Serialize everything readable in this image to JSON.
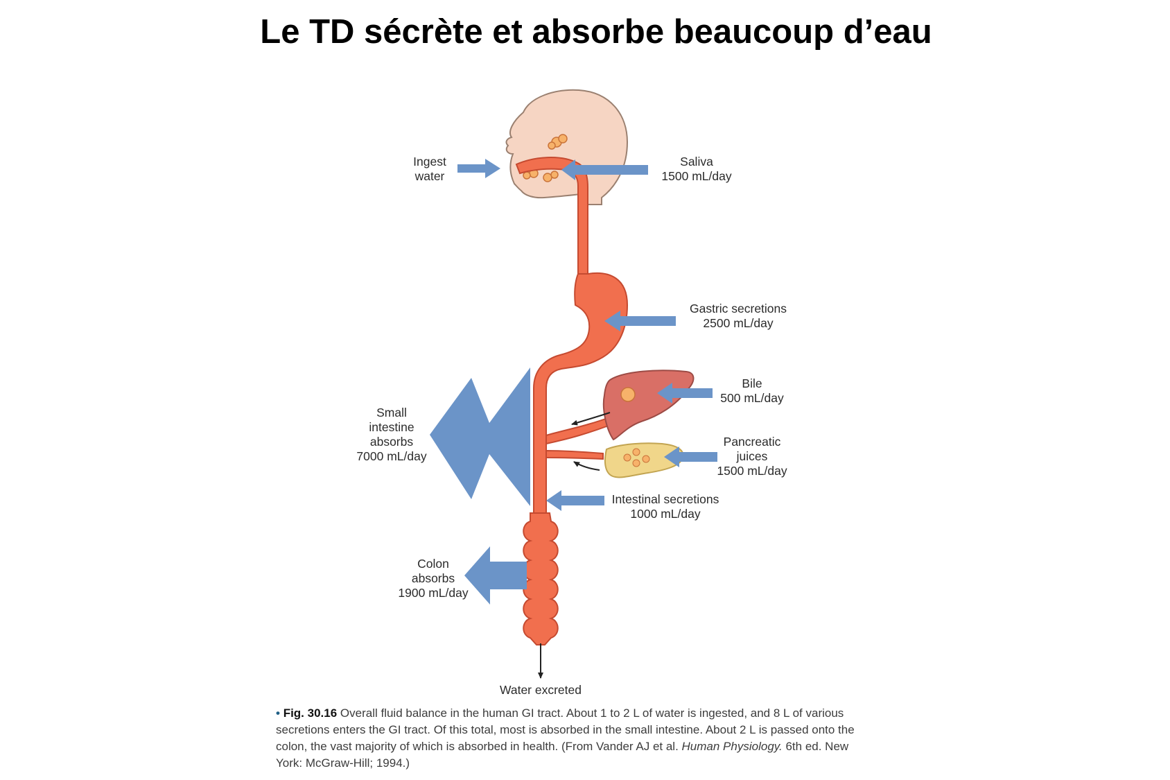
{
  "title": "Le TD sécrète et absorbe beaucoup d’eau",
  "colors": {
    "gi_tract": "#f16f4e",
    "arrow_blue": "#6b94c8",
    "head": "#f6d5c3",
    "liver": "#d96f66",
    "pancreas": "#f0d68a"
  },
  "labels": {
    "ingest": [
      "Ingest",
      "water"
    ],
    "saliva": [
      "Saliva",
      "1500 mL/day"
    ],
    "gastric": [
      "Gastric secretions",
      "2500 mL/day"
    ],
    "bile": [
      "Bile",
      "500 mL/day"
    ],
    "pancreatic": [
      "Pancreatic",
      "juices",
      "1500 mL/day"
    ],
    "intestinal": [
      "Intestinal secretions",
      "1000 mL/day"
    ],
    "small_intestine": [
      "Small",
      "intestine",
      "absorbs",
      "7000 mL/day"
    ],
    "colon": [
      "Colon",
      "absorbs",
      "1900 mL/day"
    ],
    "excreted": "Water excreted"
  },
  "caption": {
    "fig_label": "Fig. 30.16",
    "text": "Overall fluid balance in the human GI tract. About 1 to 2 L of water is ingested, and 8 L of various secretions enters the GI tract. Of this total, most is absorbed in the small intestine. About 2 L is passed onto the colon, the vast majority of which is absorbed in health. (From Vander AJ et al. ",
    "book_title": "Human Physiology.",
    "text_end": " 6th ed. New York: McGraw-Hill; 1994.)"
  }
}
